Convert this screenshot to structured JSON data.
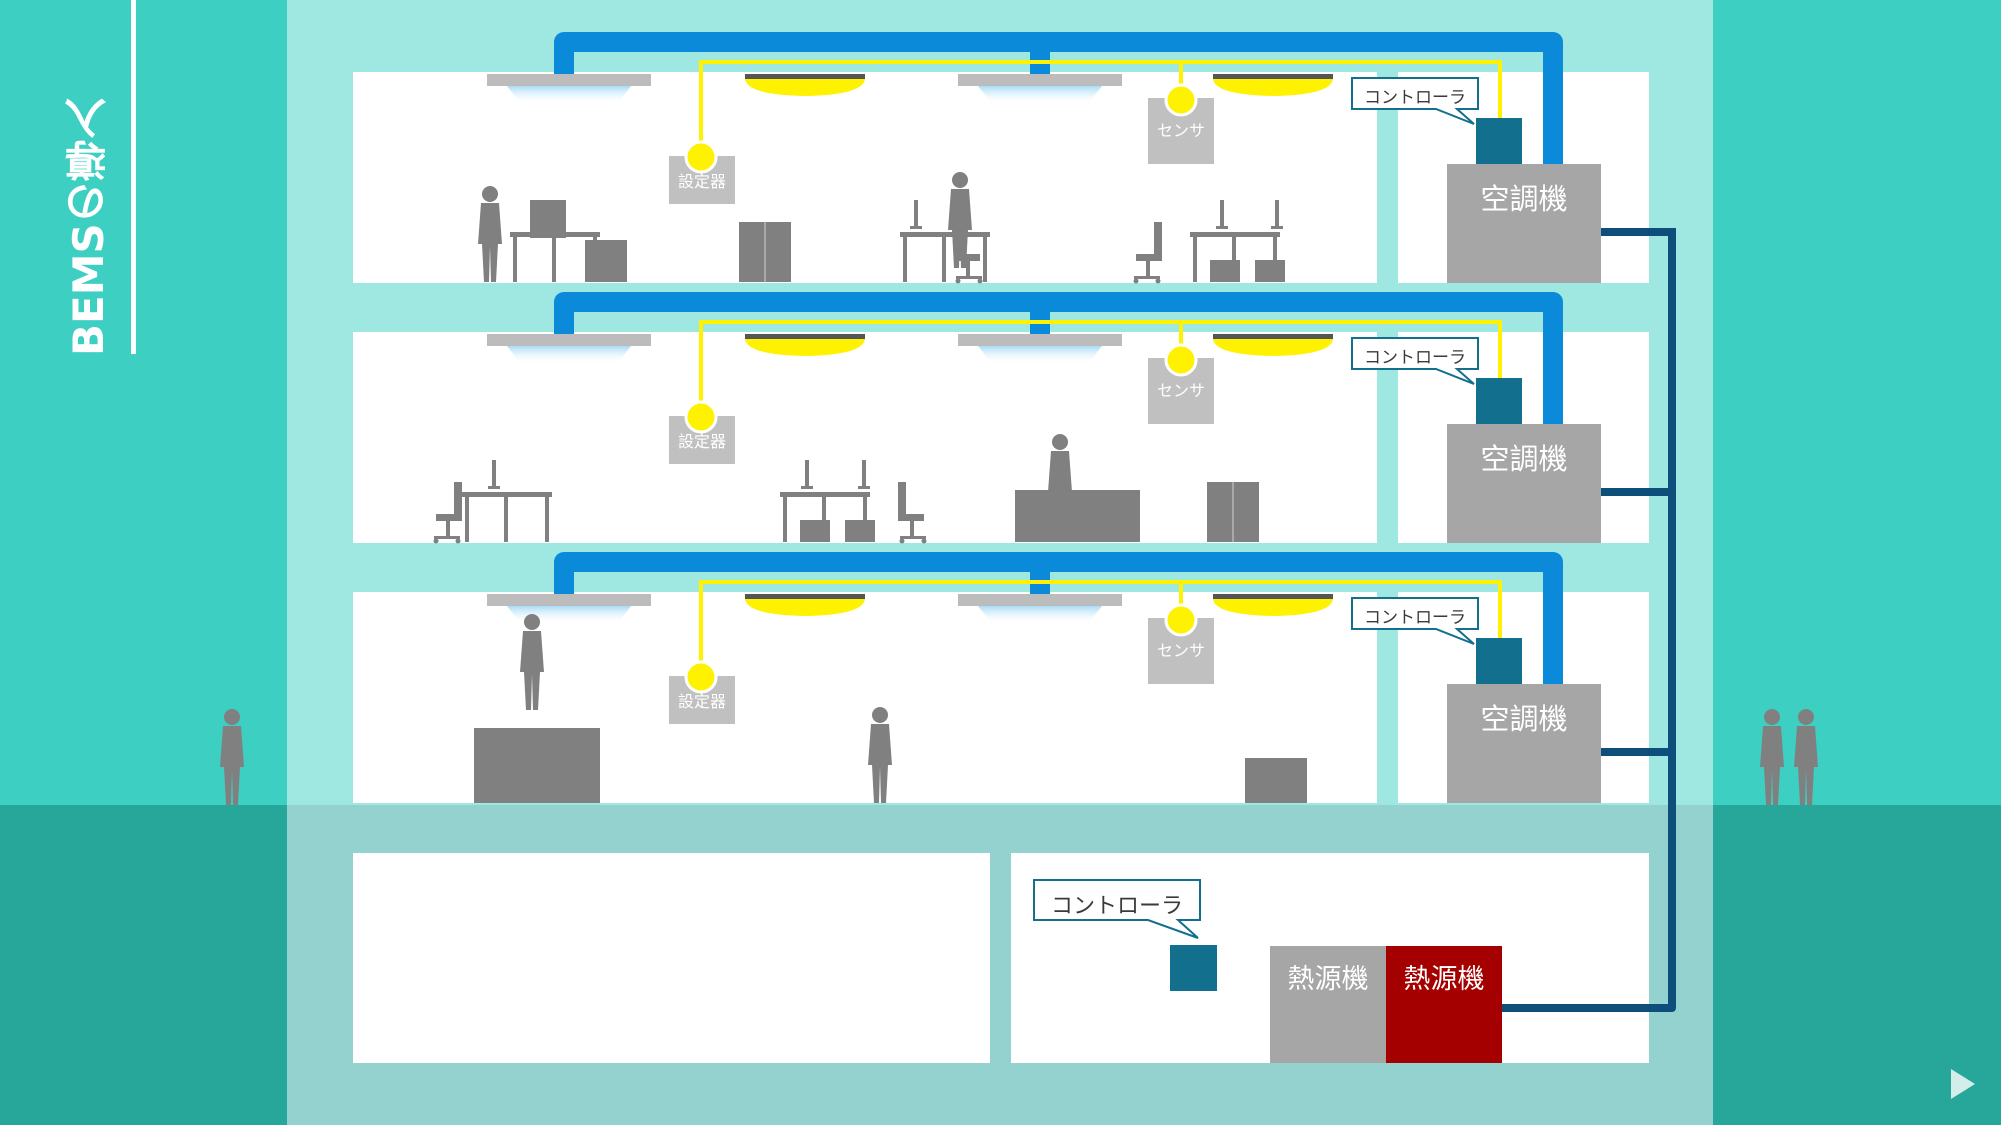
{
  "title": "BEMSの導入",
  "labels": {
    "ac_unit": "空調機",
    "controller": "コントローラ",
    "sensor": "センサ",
    "setter": "設定器",
    "heat_source": "熱源機"
  },
  "colors": {
    "background_teal": "#3ecfc3",
    "building_light": "#9fe8e1",
    "ground": "#27a69a",
    "basement": "#93d2ce",
    "duct_blue": "#0b8ad9",
    "signal_yellow": "#fff200",
    "equipment_gray": "#a6a6a6",
    "controller_teal": "#126f8e",
    "pipe_navy": "#0d4f7a",
    "heat_source_red": "#a50000",
    "silhouette": "#808080"
  },
  "icons": [
    "air-vent-icon",
    "ceiling-light-icon",
    "sensor-icon",
    "setter-icon",
    "controller-icon",
    "person-silhouette-icon",
    "desk-icon",
    "chair-icon",
    "cabinet-icon",
    "play-icon"
  ]
}
